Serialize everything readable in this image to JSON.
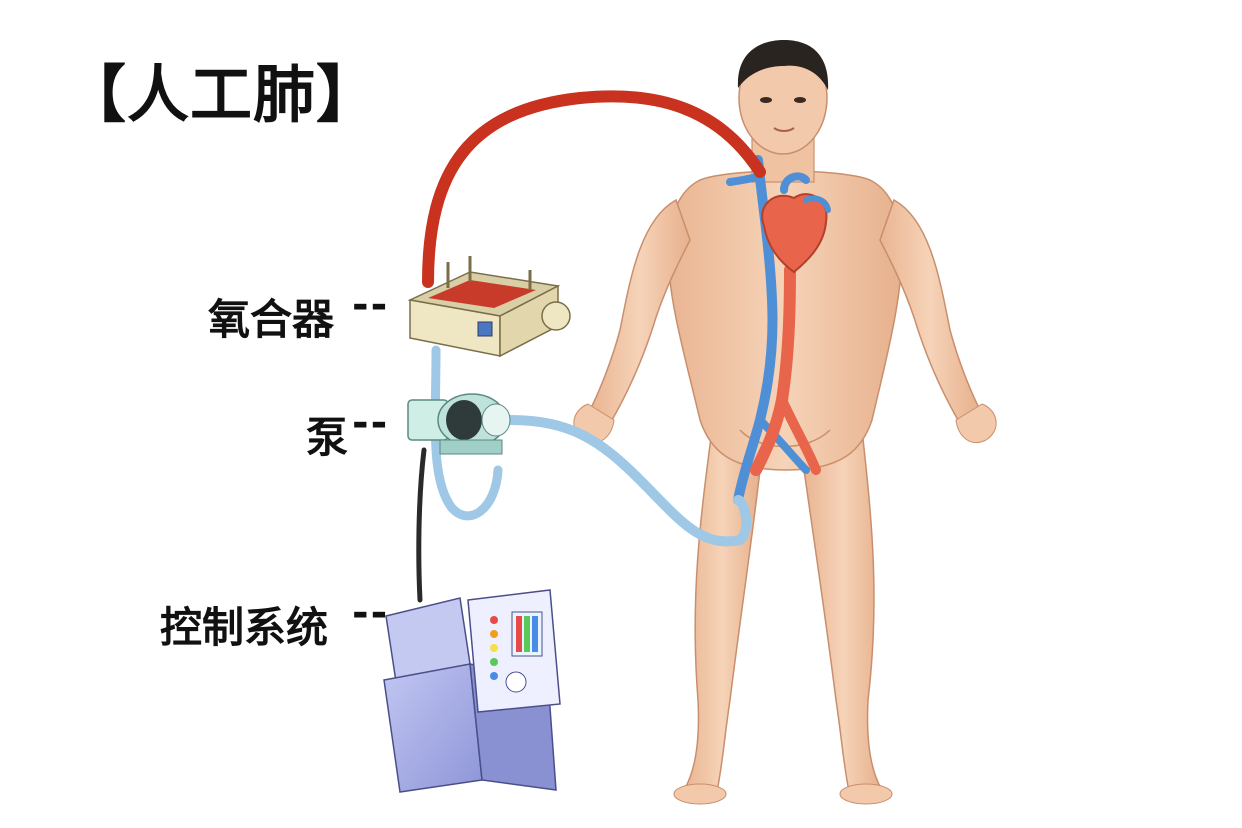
{
  "title": "【人工肺】",
  "labels": {
    "oxygenator": "氧合器",
    "pump": "泵",
    "control_system": "控制系统",
    "connector": "--"
  },
  "colors": {
    "arterial_tube": "#c8321e",
    "venous_tube": "#9ec8e6",
    "skin": "#f0c6a4",
    "heart": "#e8644a",
    "vein": "#4f8fd6",
    "control_box": "#a7aee6",
    "oxygenator_body": "#efe6c4",
    "oxygenator_top": "#c83a2a",
    "pump_body": "#cfeee6"
  },
  "icons": [
    "human-figure",
    "heart-icon",
    "oxygenator-device",
    "pump-device",
    "control-console"
  ]
}
